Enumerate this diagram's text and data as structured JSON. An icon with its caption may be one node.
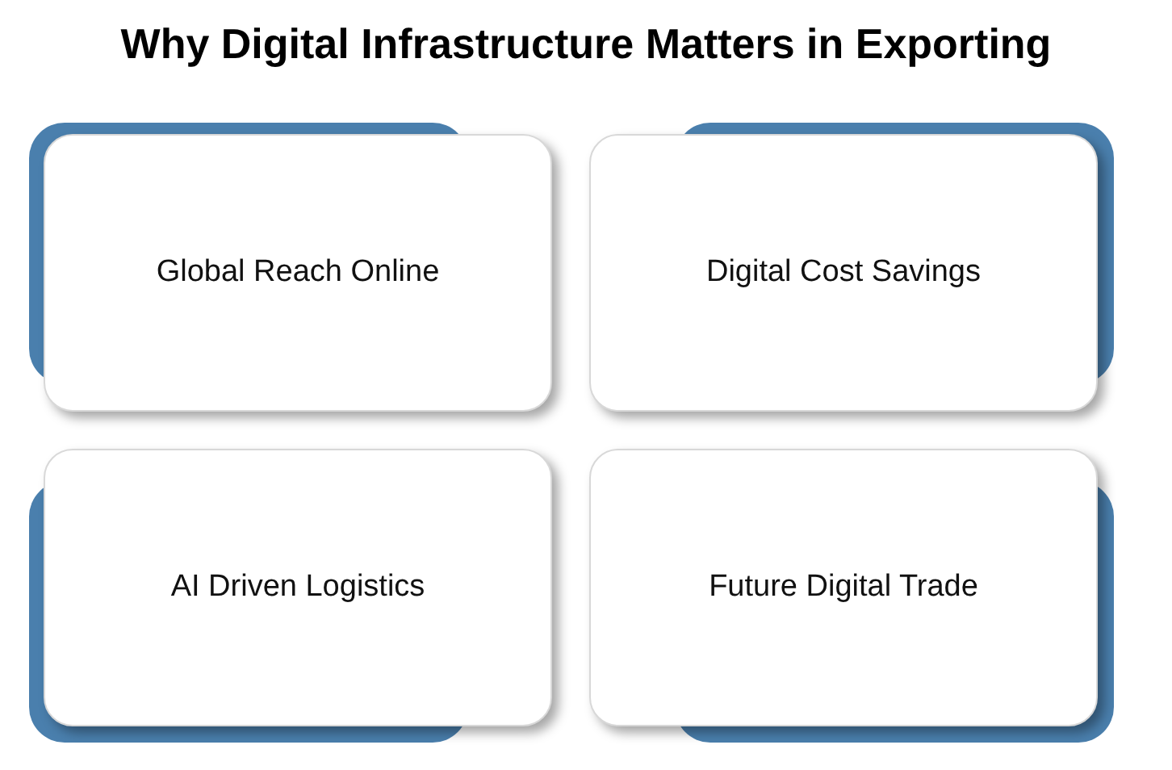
{
  "diagram": {
    "title": "Why Digital Infrastructure Matters in Exporting",
    "nodes": [
      {
        "text": [
          "Global Reach Online"
        ]
      },
      {
        "text": [
          "Digital Cost Savings"
        ]
      },
      {
        "text": [
          "AI Driven Logistics"
        ]
      },
      {
        "text": [
          "Future Digital Trade"
        ]
      }
    ]
  }
}
